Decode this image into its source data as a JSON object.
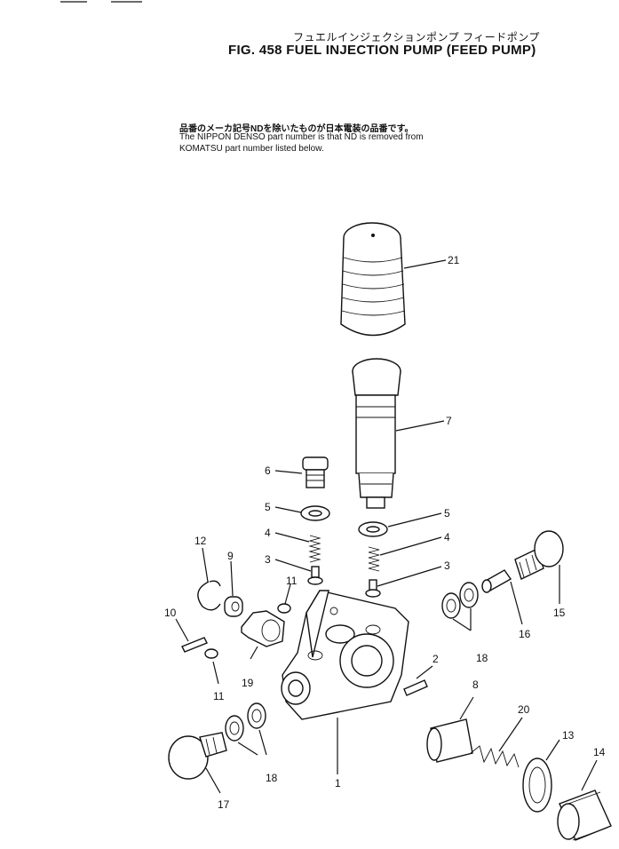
{
  "header": {
    "title_jp": "フュエルインジェクションポンプ フィードポンプ",
    "title_en": "FIG. 458  FUEL INJECTION PUMP (FEED PUMP)"
  },
  "note": {
    "jp": "品番のメーカ記号NDを除いたものが日本電装の品番です。",
    "line1": "The NIPPON DENSO part number is that ND is removed from",
    "line2": "KOMATSU part number listed below."
  },
  "callouts": [
    "21",
    "7",
    "6",
    "5",
    "5",
    "4",
    "4",
    "3",
    "3",
    "12",
    "9",
    "11",
    "10",
    "11",
    "19",
    "15",
    "16",
    "18",
    "2",
    "8",
    "20",
    "13",
    "14",
    "18",
    "17",
    "1"
  ]
}
